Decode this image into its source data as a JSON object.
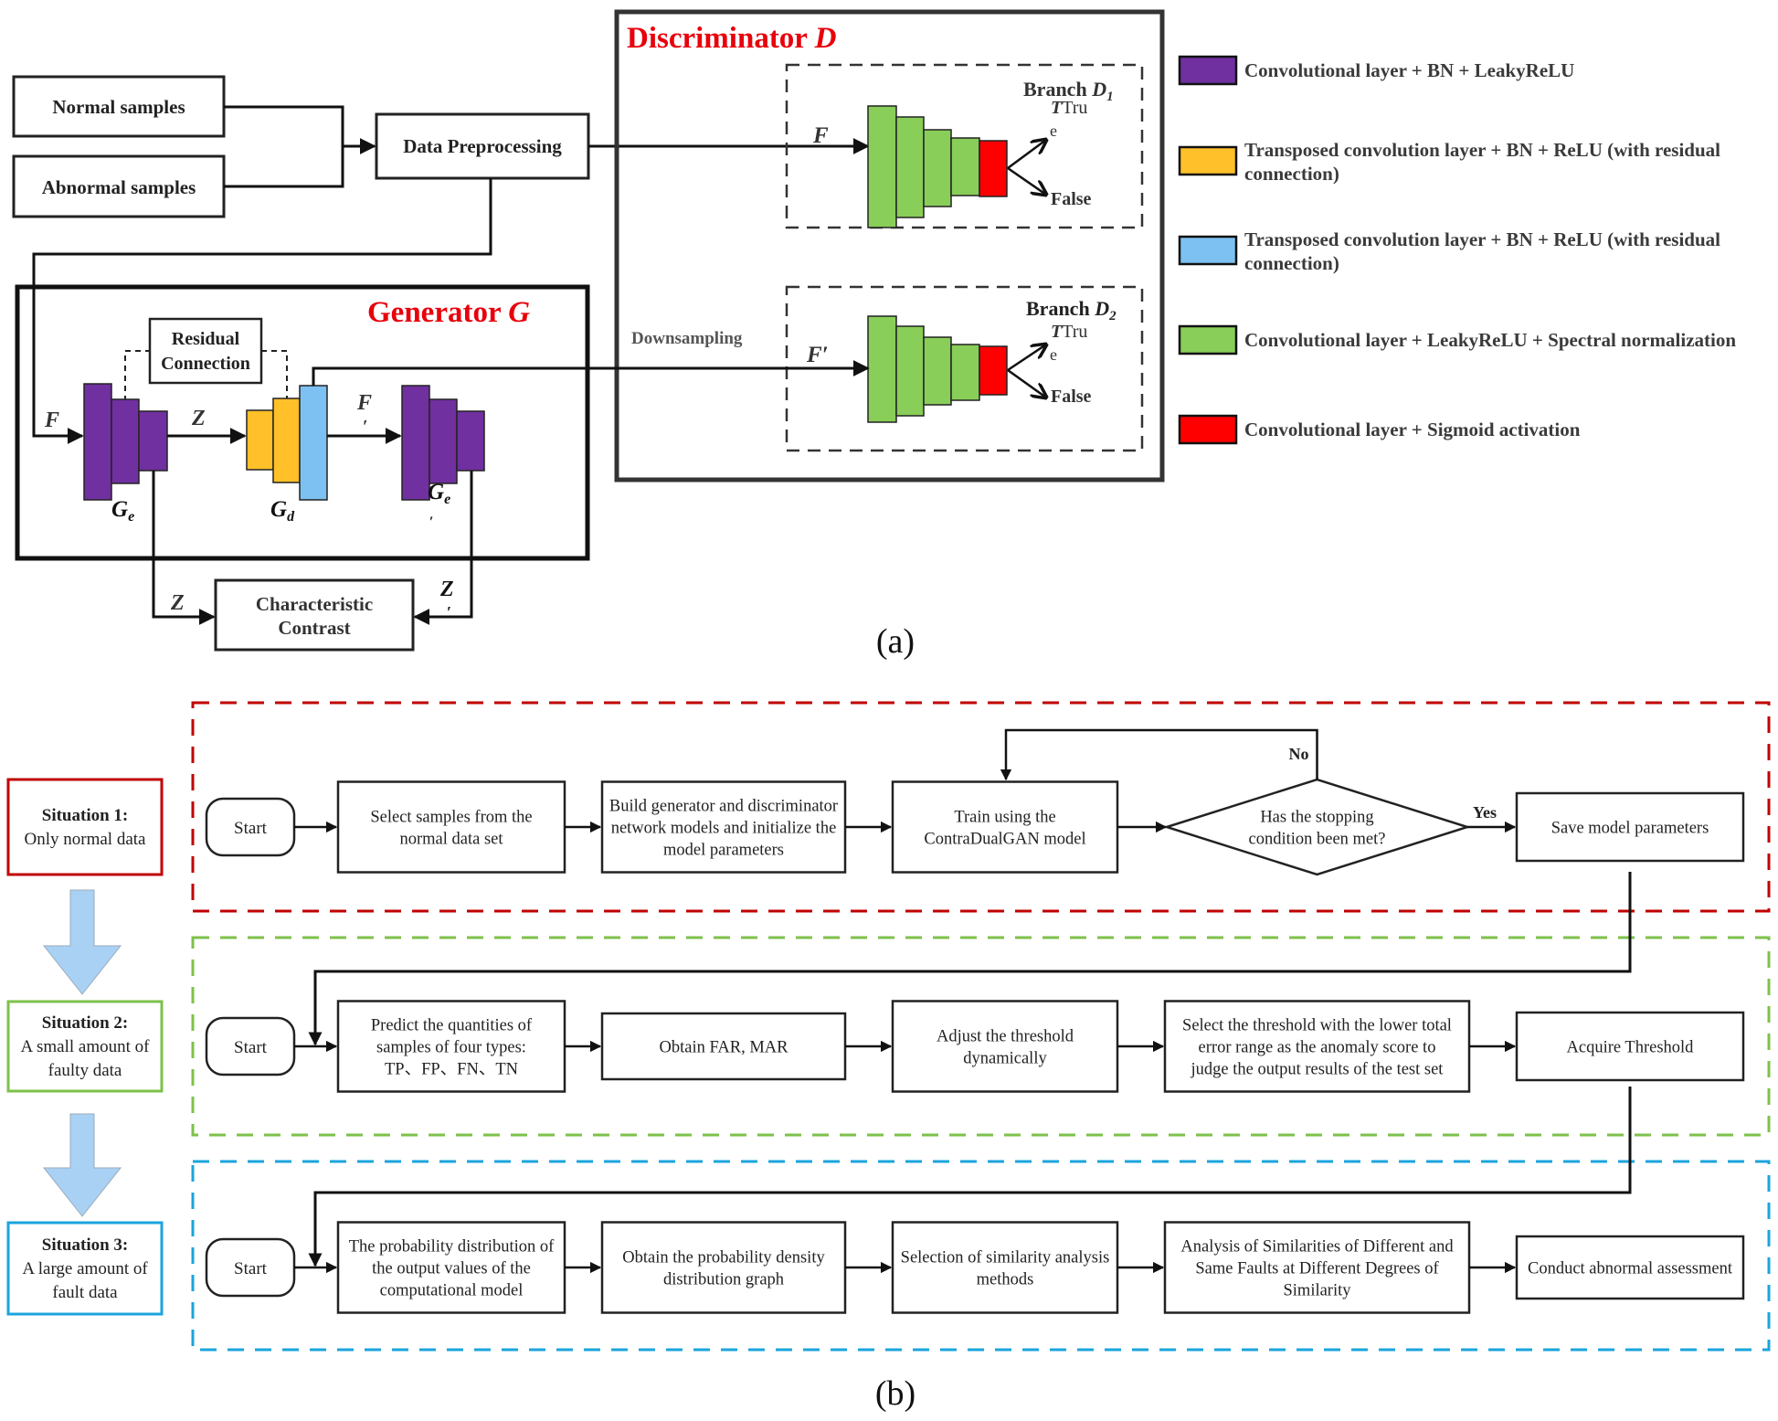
{
  "part_a": {
    "caption": "(a)",
    "inputs": {
      "normal": "Normal samples",
      "abnormal": "Abnormal samples"
    },
    "preprocessing": "Data Preprocessing",
    "discriminator": {
      "title": "Discriminator",
      "title_symbol": "D",
      "downsampling": "Downsampling",
      "branches": [
        {
          "label": "Branch",
          "symbol": "D",
          "sub": "1",
          "input": "F",
          "true_label_a": "Tru",
          "true_label_b": "e",
          "false_label": "False"
        },
        {
          "label": "Branch",
          "symbol": "D",
          "sub": "2",
          "input": "F′",
          "true_label_a": "Tru",
          "true_label_b": "e",
          "false_label": "False"
        }
      ]
    },
    "generator": {
      "title": "Generator",
      "title_symbol": "G",
      "residual": [
        "Residual",
        "Connection"
      ],
      "input_F": "F",
      "latent_Z": "Z",
      "output_F": "F",
      "prime": "′",
      "encoder_label": "G",
      "encoder_sub": "e",
      "decoder_label": "G",
      "decoder_sub": "d",
      "encoder2_label": "G",
      "encoder2_sub": "e"
    },
    "contrast": {
      "lines": [
        "Characteristic",
        "Contrast"
      ],
      "left_input": "Z",
      "right_input": "Z"
    },
    "legend": [
      {
        "color": "#7030A0",
        "lines": [
          "Convolutional layer + BN + LeakyReLU"
        ]
      },
      {
        "color": "#FFC02A",
        "lines": [
          "Transposed convolution layer + BN + ReLU (with residual",
          "connection)"
        ]
      },
      {
        "color": "#7DC1F2",
        "lines": [
          "Transposed convolution layer + BN + ReLU (with residual",
          "connection)"
        ]
      },
      {
        "color": "#88CE58",
        "lines": [
          "Convolutional layer + LeakyReLU + Spectral normalization"
        ]
      },
      {
        "color": "#FF0000",
        "lines": [
          "Convolutional layer + Sigmoid activation"
        ]
      }
    ],
    "colors": {
      "title_red": "#E8000B",
      "encoder": "#7030A0",
      "decoder_orange": "#FFC02A",
      "decoder_blue": "#7DC1F2",
      "disc_green": "#88CE58",
      "disc_red": "#FF0000"
    }
  },
  "part_b": {
    "caption": "(b)",
    "situations": [
      {
        "title": "Situation 1:",
        "lines": [
          "Only normal data"
        ],
        "color": "#C00000"
      },
      {
        "title": "Situation 2:",
        "lines": [
          "A small amount of",
          "faulty data"
        ],
        "color": "#7DC14A"
      },
      {
        "title": "Situation 3:",
        "lines": [
          "A large amount of",
          "fault data"
        ],
        "color": "#1BA4DD"
      }
    ],
    "rows": [
      {
        "start": "Start",
        "steps": [
          [
            "Select samples from the",
            "normal data set"
          ],
          [
            "Build generator and discriminator",
            "network models and initialize the",
            "model parameters"
          ],
          [
            "Train using the",
            "ContraDualGAN model"
          ]
        ],
        "decision": [
          "Has the stopping",
          "condition been met?"
        ],
        "no_label": "No",
        "yes_label": "Yes",
        "end": [
          "Save model parameters"
        ]
      },
      {
        "start": "Start",
        "steps": [
          [
            "Predict the quantities of",
            "samples of four types:",
            "TP、FP、FN、TN"
          ],
          [
            "Obtain FAR, MAR"
          ],
          [
            "Adjust the threshold",
            "dynamically"
          ],
          [
            "Select the threshold with the lower total",
            "error range as the anomaly score to",
            "judge the output results of the test set"
          ]
        ],
        "end": [
          "Acquire Threshold"
        ]
      },
      {
        "start": "Start",
        "steps": [
          [
            "The probability distribution of",
            "the output values of the",
            "computational model"
          ],
          [
            "Obtain the probability density",
            "distribution graph"
          ],
          [
            "Selection of similarity analysis",
            "methods"
          ],
          [
            "Analysis of Similarities of Different and",
            "Same Faults at Different Degrees of",
            "Similarity"
          ]
        ],
        "end": [
          "Conduct abnormal assessment"
        ]
      }
    ]
  }
}
